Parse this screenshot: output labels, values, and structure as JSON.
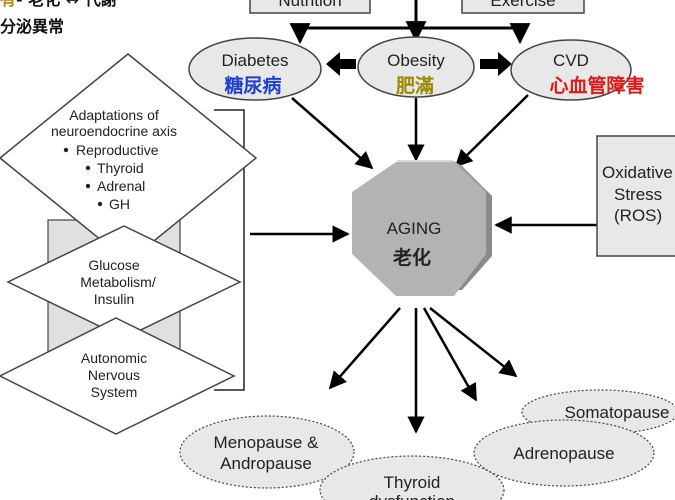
{
  "header": {
    "line1_highlight": "有",
    "line1_text": "- 老化 ↔ 代謝",
    "line2_text": "分泌異常"
  },
  "top_boxes": {
    "nutrition": "Nutrition",
    "exercise": "Exercise"
  },
  "top_conditions": {
    "diabetes": {
      "en": "Diabetes",
      "zh": "糖尿病"
    },
    "obesity": {
      "en": "Obesity",
      "zh": "肥滿"
    },
    "cvd": {
      "en": "CVD",
      "zh": "心血管障害"
    }
  },
  "center": {
    "en": "AGING",
    "zh": "老化"
  },
  "oxidative": {
    "line1": "Oxidative",
    "line2": "Stress",
    "line3": "(ROS)"
  },
  "left_stack": {
    "adaptations": {
      "title_line1": "Adaptations of",
      "title_line2": "neuroendocrine axis",
      "items": [
        "Reproductive",
        "Thyroid",
        "Adrenal",
        "GH"
      ]
    },
    "glucose": {
      "line1": "Glucose",
      "line2": "Metabolism/",
      "line3": "Insulin"
    },
    "autonomic": {
      "line1": "Autonomic",
      "line2": "Nervous",
      "line3": "System"
    }
  },
  "outcomes": {
    "menopause": {
      "line1": "Menopause &",
      "line2": "Andropause"
    },
    "thyroid": {
      "line1": "Thyroid",
      "line2": "dysfunction"
    },
    "adrenopause": "Adrenopause",
    "somatopause": "Somatopause"
  },
  "colors": {
    "diabetes_zh": "#1f3fd0",
    "obesity_zh": "#9a8a00",
    "cvd_zh": "#e01818",
    "header_highlight": "#b8860b",
    "octagon": "#b3b3b3",
    "box_fill": "#e8e8e8"
  }
}
